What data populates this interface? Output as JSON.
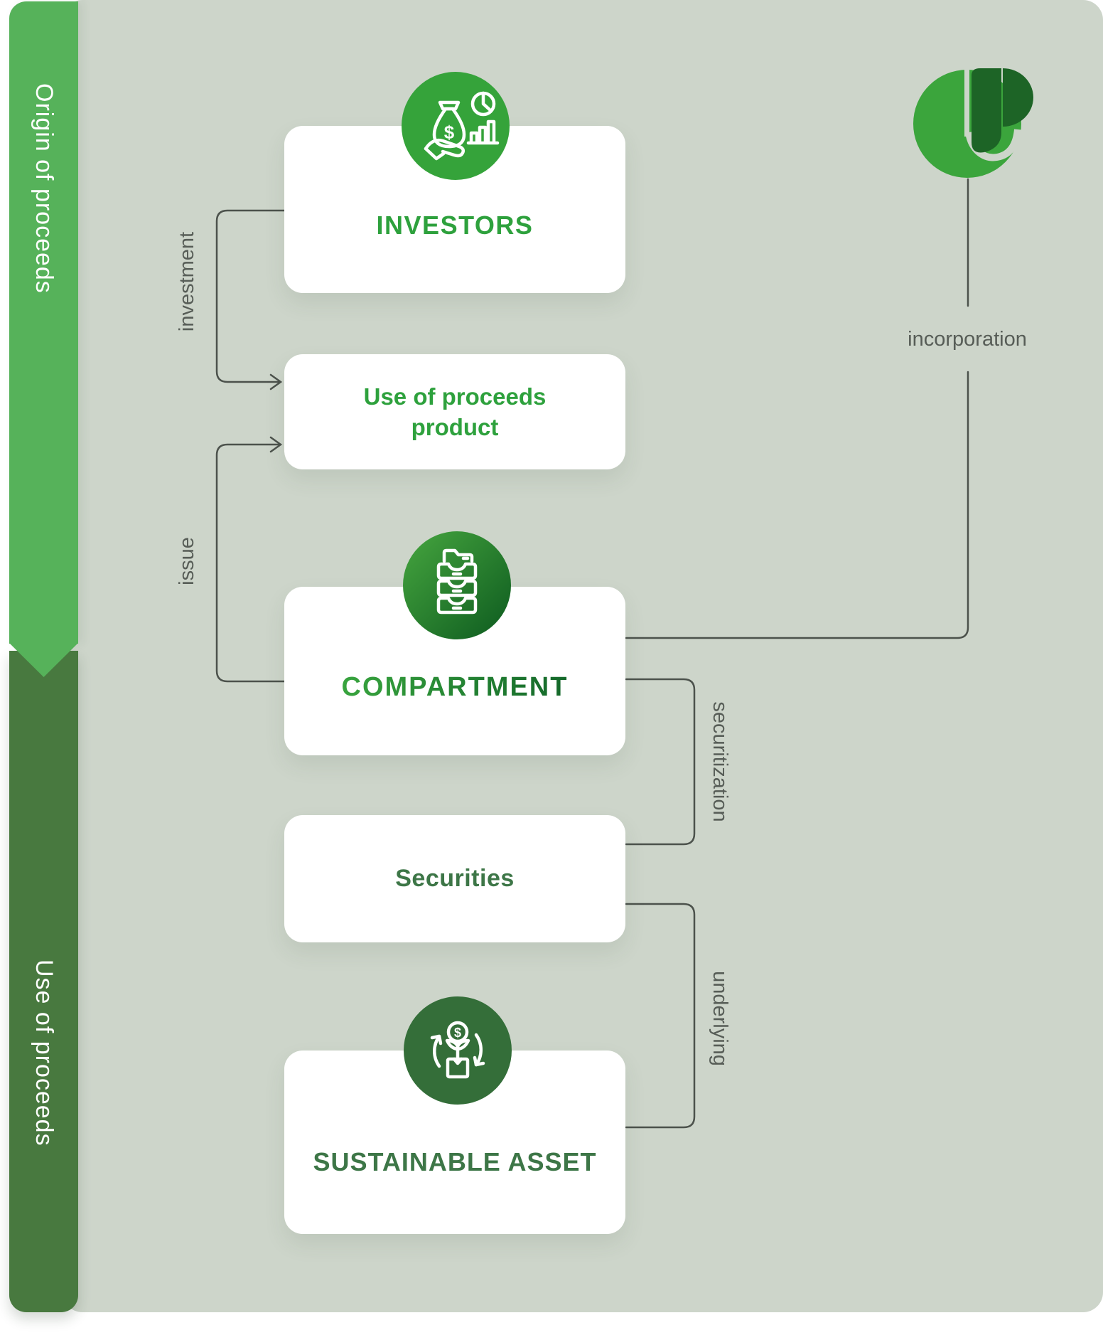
{
  "title": "Use of proceeds securitization flow diagram",
  "sidebar": {
    "top": {
      "label": "Origin of proceeds"
    },
    "bottom": {
      "label": "Use of proceeds"
    }
  },
  "logo": {
    "name": "green-leaf-brand-logo"
  },
  "nodes": {
    "investors": {
      "label": "INVESTORS",
      "icon": "hand-money-bag-chart-icon"
    },
    "use_of_proceeds": {
      "label_line1": "Use of proceeds",
      "label_line2": "product"
    },
    "compartment": {
      "label": "COMPARTMENT",
      "icon": "drawer-stack-icon"
    },
    "securities": {
      "label": "Securities"
    },
    "sustainable_asset": {
      "label": "SUSTAINABLE ASSET",
      "icon": "circular-economy-icon"
    }
  },
  "edge_labels": {
    "investment": "investment",
    "issue": "issue",
    "incorporation": "incorporation",
    "securitization": "securitization",
    "underlying": "underlying"
  },
  "colors": {
    "canvas_background": "#CDD5CA",
    "ribbon_top_green": "#56B25A",
    "ribbon_bottom_green": "#48793F",
    "bright_text_green": "#2EA13D",
    "dark_text_green": "#3D7647",
    "compartment_gradient_start": "#38A43E",
    "compartment_gradient_end": "#14682A",
    "icon_bright_green": "#35A33A",
    "icon_gradient_start": "#46A63F",
    "icon_gradient_end": "#0D5A1F",
    "icon_dark_green": "#346E39",
    "logo_bright_green": "#3BA53C",
    "logo_dark_green": "#1D6426",
    "wire_gray": "#4C524C",
    "label_gray": "#575D57"
  }
}
